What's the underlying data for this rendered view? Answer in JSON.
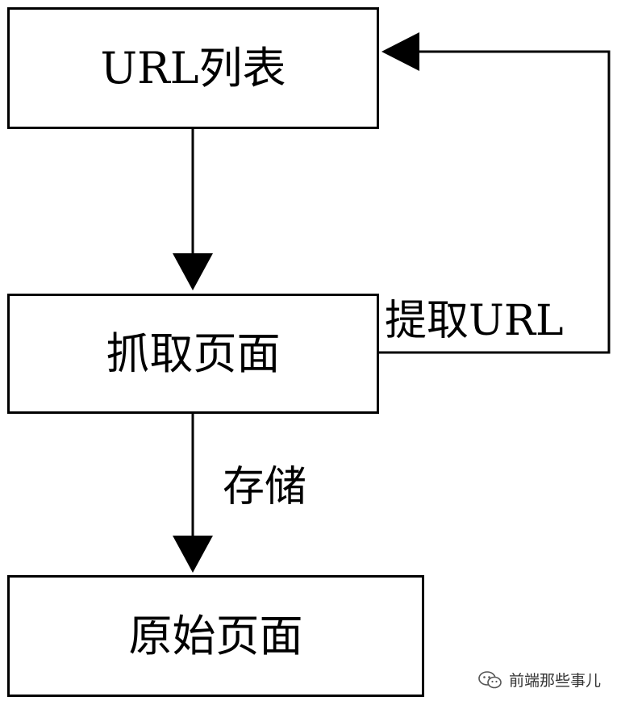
{
  "diagram": {
    "nodes": {
      "url_list": "URL列表",
      "fetch_page": "抓取页面",
      "raw_page": "原始页面"
    },
    "edges": {
      "extract_url": "提取URL",
      "store": "存储"
    }
  },
  "watermark": {
    "text": "前端那些事儿",
    "icon": "wechat-icon"
  },
  "colors": {
    "stroke": "#000000",
    "background": "#ffffff",
    "watermark_text": "#333333"
  }
}
